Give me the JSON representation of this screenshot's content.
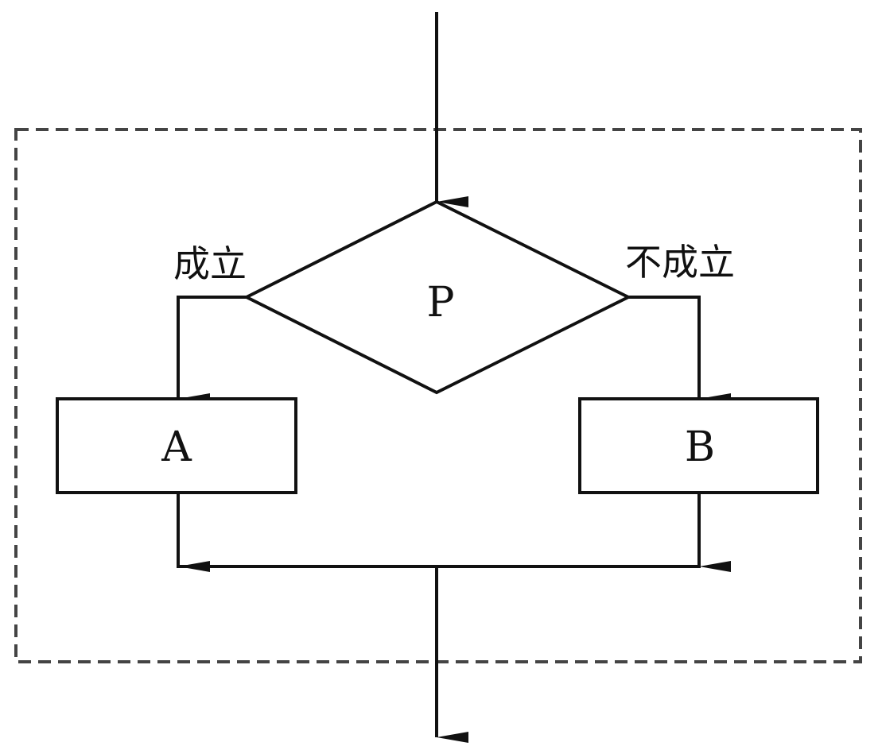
{
  "flowchart": {
    "condition": {
      "label": "P"
    },
    "true_branch": {
      "label": "成立",
      "box": "A"
    },
    "false_branch": {
      "label": "不成立",
      "box": "B"
    }
  },
  "colors": {
    "stroke": "#111111",
    "frame": "#444444",
    "background": "#ffffff"
  }
}
